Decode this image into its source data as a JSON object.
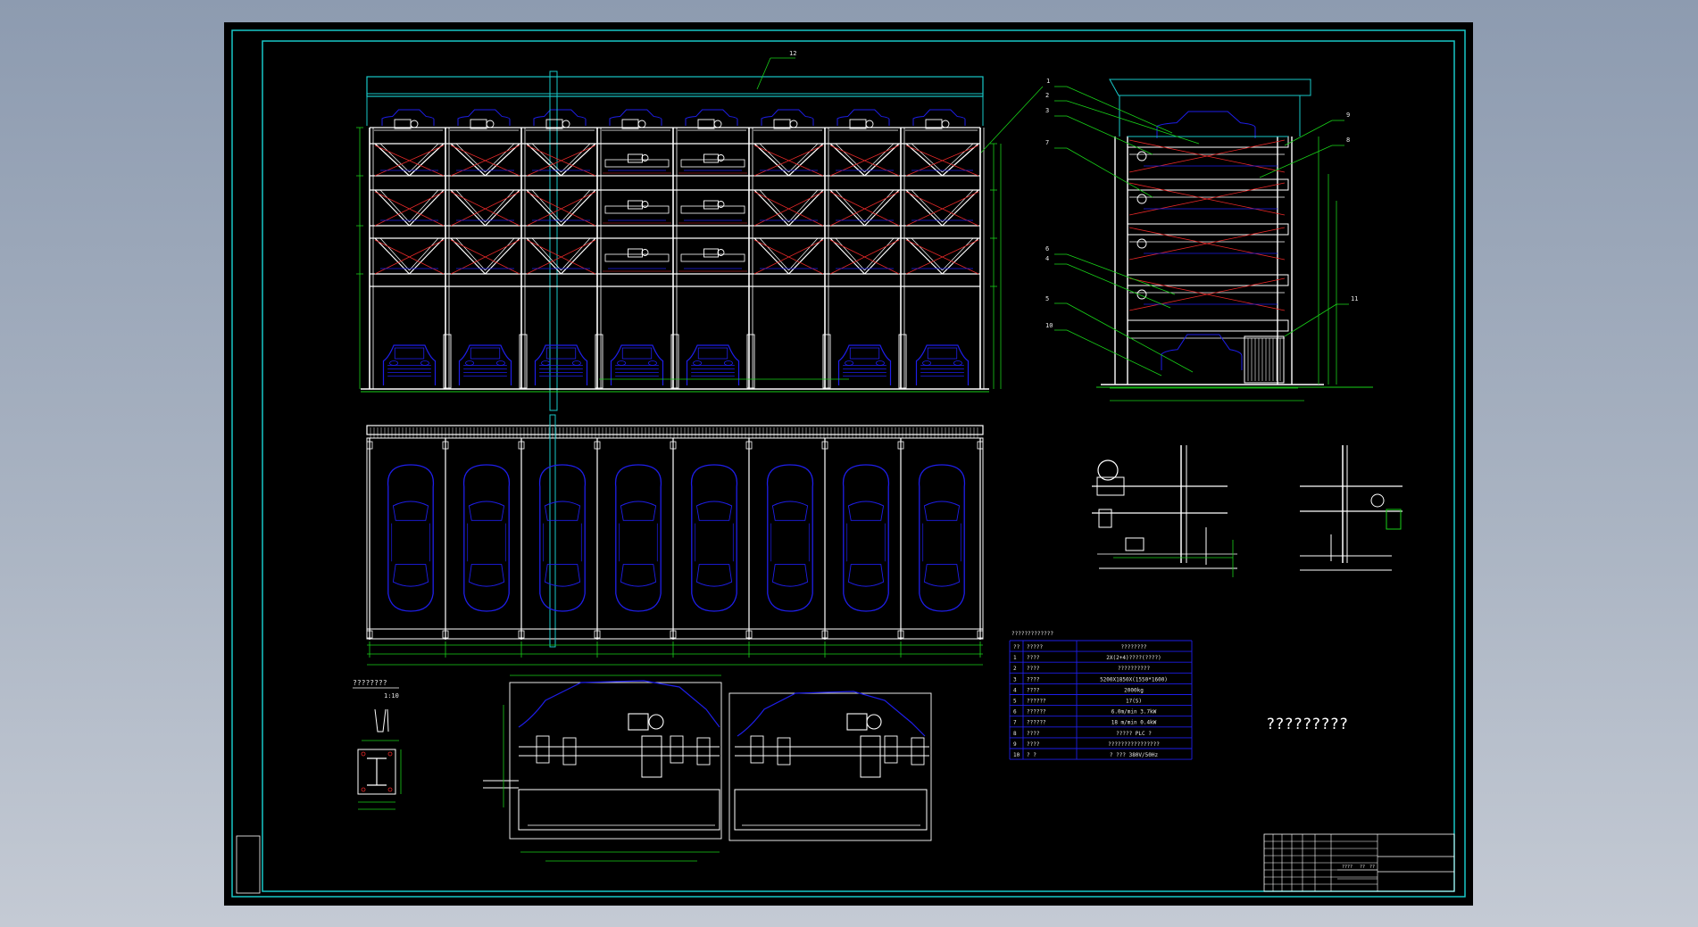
{
  "drawing": {
    "center_title": "?????????",
    "callouts": [
      "1",
      "2",
      "3",
      "4",
      "5",
      "6",
      "7",
      "8",
      "9",
      "10",
      "11",
      "12"
    ],
    "detail_title": "????????",
    "detail_scale": "1:10",
    "spec_title": "?????????????",
    "spec_table": {
      "rows": [
        [
          "??",
          "?????",
          "????????"
        ],
        [
          "1",
          "????",
          "2X(2+4)????(????)"
        ],
        [
          "2",
          "????",
          "??????????"
        ],
        [
          "3",
          "????",
          "5200X1850X(1550*1600)"
        ],
        [
          "4",
          "????",
          "2000kg"
        ],
        [
          "5",
          "??????",
          "17(S)"
        ],
        [
          "6",
          "??????",
          "6.0m/min   3.7kW"
        ],
        [
          "7",
          "??????",
          "18 m/min   0.4kW"
        ],
        [
          "8",
          "????",
          "????? PLC ?"
        ],
        [
          "9",
          "????",
          "????????????????"
        ],
        [
          "10",
          "? ?",
          "? ???  380V/50Hz"
        ]
      ]
    },
    "title_block": {
      "cells": [
        "????",
        "??",
        "??"
      ]
    }
  },
  "colors": {
    "frame": "#18c8c8",
    "steel": "#ffffff",
    "car": "#1e1ee8",
    "brace": "#e42828",
    "dimension": "#18d018",
    "beam": "#18c8c8"
  }
}
